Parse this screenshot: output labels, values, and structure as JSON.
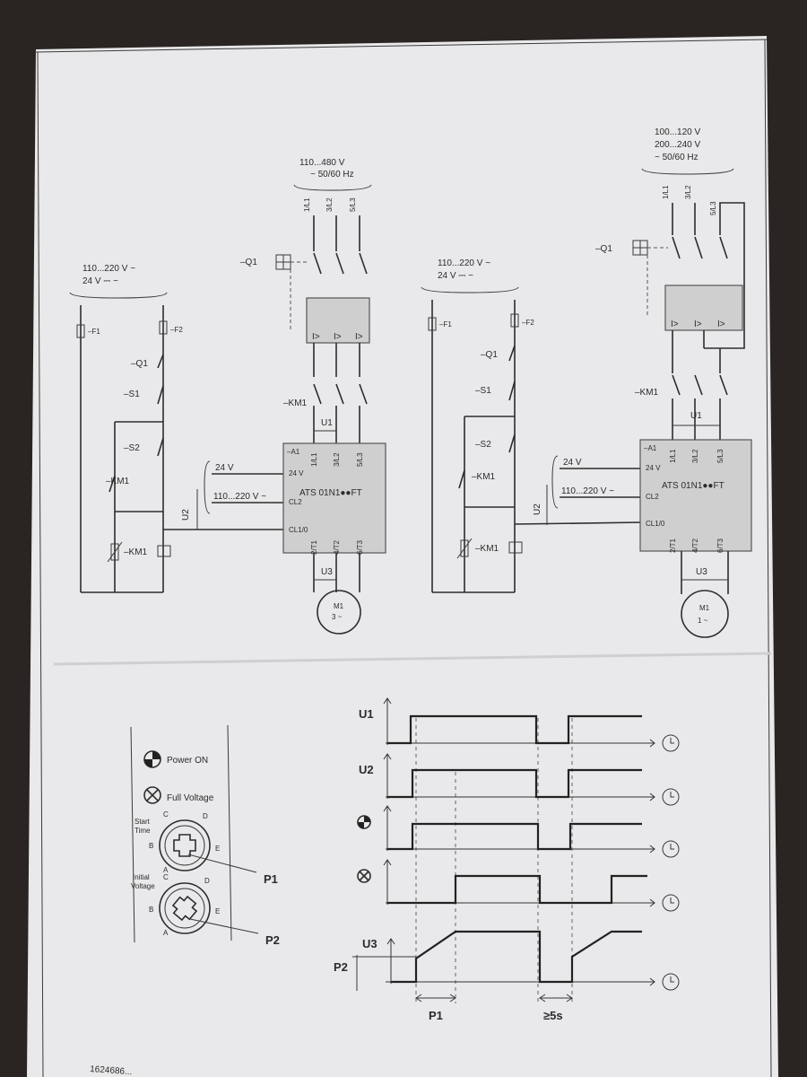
{
  "left": {
    "supply_ctrl": [
      "110...220 V ~",
      "24 V ⎓ ~"
    ],
    "supply_main": [
      "110...480 V",
      "~ 50/60 Hz"
    ],
    "phases": [
      "1/L1",
      "3/L2",
      "5/L3"
    ],
    "motor": [
      "M1",
      "3 ~"
    ]
  },
  "right": {
    "supply_ctrl": [
      "110...220 V ~",
      "24 V ⎓ ~"
    ],
    "supply_main": [
      "100...120 V",
      "200...240 V",
      "~ 50/60 Hz"
    ],
    "phases": [
      "1/L1",
      "3/L2",
      "5/L3"
    ],
    "motor": [
      "M1",
      "1 ~"
    ]
  },
  "common": {
    "q1": "–Q1",
    "km1": "–KM1",
    "a1": "–A1",
    "f1": "–F1",
    "f2": "–F2",
    "q1c": "–Q1",
    "s1": "–S1",
    "s2": "–S2",
    "km1c": "–KM1",
    "km1coil": "–KM1",
    "u1": "U1",
    "u2": "U2",
    "u3": "U3",
    "device": "ATS 01N1●●FT",
    "in24": "24 V",
    "in110": "110...220 V ~",
    "t24": "24 V",
    "tcl2": "CL2",
    "tcl10": "CL1/0",
    "outs": [
      "2/T1",
      "4/T2",
      "6/T3"
    ],
    "ins": [
      "1/L1",
      "3/L2",
      "5/L3"
    ],
    "ovl": "I>"
  },
  "panel": {
    "power_on": "Power ON",
    "full_voltage": "Full Voltage",
    "start_time": [
      "Start",
      "Time"
    ],
    "initial_voltage": [
      "Initial",
      "Voltage"
    ],
    "dial_letters": [
      "A",
      "B",
      "C",
      "D",
      "E"
    ],
    "p1": "P1",
    "p2": "P2"
  },
  "timing": {
    "rows": [
      "U1",
      "U2",
      "",
      "",
      "U3"
    ],
    "p2": "P2",
    "p1": "P1",
    "ge5s": "≥5s"
  },
  "footer": "1624686..."
}
